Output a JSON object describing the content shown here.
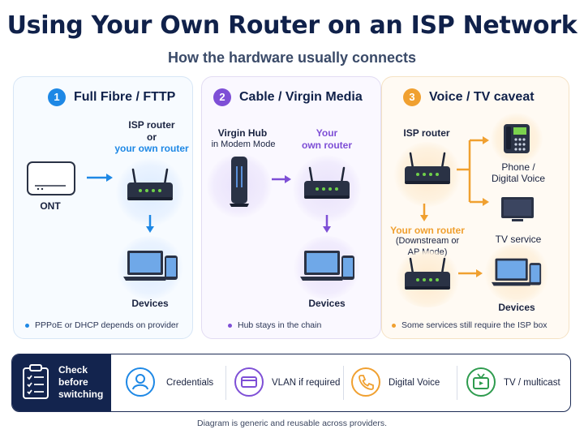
{
  "title": "Using Your Own Router on an ISP Network",
  "subtitle": "How the hardware usually connects",
  "panels": [
    {
      "number": "1",
      "heading": "Full Fibre / FTTP",
      "color": "#1e88e5",
      "device_top": "ISP router",
      "device_or": "or",
      "device_own": "your own router",
      "ont_label": "ONT",
      "devices_label": "Devices",
      "note": "PPPoE or DHCP depends on provider"
    },
    {
      "number": "2",
      "heading": "Cable / Virgin Media",
      "color": "#7e4fd6",
      "hub_label_1": "Virgin Hub",
      "hub_label_2": "in Modem Mode",
      "router_label_1": "Your",
      "router_label_2": "own router",
      "devices_label": "Devices",
      "note": "Hub stays in the chain"
    },
    {
      "number": "3",
      "heading": "Voice / TV caveat",
      "color": "#f0a030",
      "isp_router_label": "ISP router",
      "own_router_label": "Your own router",
      "own_router_mode_1": "(Downstream or",
      "own_router_mode_2": "AP Mode)",
      "phone_label_1": "Phone /",
      "phone_label_2": "Digital Voice",
      "tv_label": "TV service",
      "devices_label": "Devices",
      "note": "Some services still require the ISP box"
    }
  ],
  "checklist": {
    "heading_1": "Check",
    "heading_2": "before",
    "heading_3": "switching",
    "items": [
      {
        "label": "Credentials",
        "icon": "user-icon",
        "color": "#1e88e5"
      },
      {
        "label": "VLAN if required",
        "icon": "card-icon",
        "color": "#7e4fd6"
      },
      {
        "label": "Digital Voice",
        "icon": "phone-icon",
        "color": "#f0a030"
      },
      {
        "label": "TV / multicast",
        "icon": "tv-icon",
        "color": "#2e9b4e"
      }
    ]
  },
  "footer": "Diagram is generic and reusable across providers."
}
